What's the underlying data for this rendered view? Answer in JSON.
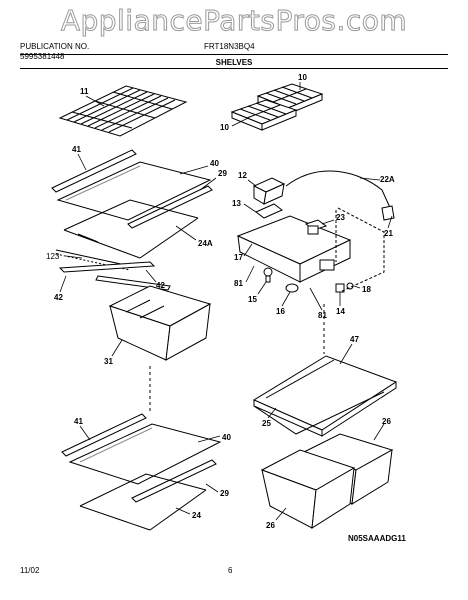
{
  "watermark": "AppliancePartsPros.com",
  "header": {
    "publication_label": "PUBLICATION NO.",
    "publication_number": "5995381448",
    "model": "FRT18N3BQ4"
  },
  "section_title": "SHELVES",
  "callouts": {
    "c11": "11",
    "c10a": "10",
    "c10b": "10",
    "c41a": "41",
    "c40a": "40",
    "c29a": "29",
    "c24a": "24A",
    "c123": "123",
    "c42a": "42",
    "c42b": "42",
    "c31": "31",
    "c12": "12",
    "c13": "13",
    "c22a": "22A",
    "c23": "23",
    "c21": "21",
    "c17": "17",
    "c81a": "81",
    "c15": "15",
    "c16": "16",
    "c81b": "81",
    "c14": "14",
    "c18": "18",
    "c47": "47",
    "c25": "25",
    "c26a": "26",
    "c26b": "26",
    "c41b": "41",
    "c40b": "40",
    "c29b": "29",
    "c24": "24"
  },
  "footer": {
    "date": "11/02",
    "page": "6",
    "diagram_code": "N05SAAADG11"
  }
}
